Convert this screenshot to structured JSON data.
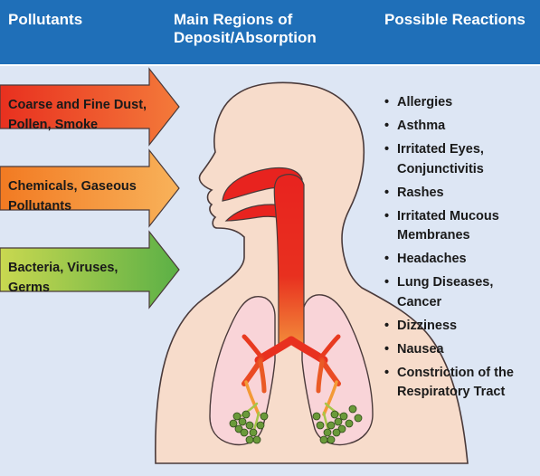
{
  "headers": {
    "pollutants": "Pollutants",
    "regions": "Main Regions of Deposit/Absorption",
    "reactions": "Possible Reactions"
  },
  "pollutants": [
    {
      "label": "Coarse and Fine Dust, Pollen, Smoke",
      "color": "#ef4f26"
    },
    {
      "label": "Chemicals, Gaseous Pollutants",
      "color": "#f38d2e"
    },
    {
      "label": "Bacteria, Viruses, Germs",
      "color": "#5bb046"
    }
  ],
  "reactions": [
    "Allergies",
    "Asthma",
    "Irritated Eyes, Conjunctivitis",
    "Rashes",
    "Irritated Mucous Membranes",
    "Headaches",
    "Lung Diseases, Cancer",
    "Dizziness",
    "Nausea",
    "Constriction of the Respiratory Tract"
  ],
  "colors": {
    "header": "#1f6fb8",
    "background": "#dde6f4",
    "skin": "#f6d9c6",
    "lung": "#f9d2d6",
    "airway": "#e8231f",
    "alveoli": "#6a9a3a"
  }
}
